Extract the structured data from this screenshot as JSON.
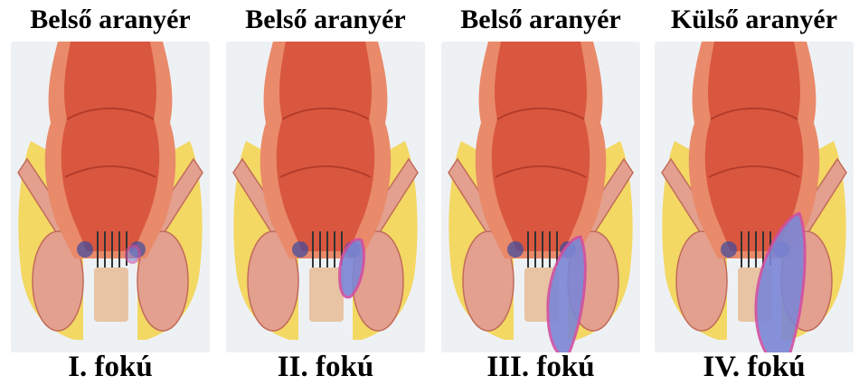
{
  "panels": [
    {
      "title": "Belső aranyér",
      "caption": "I. fokú",
      "grade": 1
    },
    {
      "title": "Belső aranyér",
      "caption": "II. fokú",
      "grade": 2
    },
    {
      "title": "Belső aranyér",
      "caption": "III. fokú",
      "grade": 3
    },
    {
      "title": "Külső aranyér",
      "caption": "IV. fokú",
      "grade": 4
    }
  ],
  "colors": {
    "background": "#eef1f4",
    "fat": "#f3d44a",
    "rectum_wall": "#e98a6a",
    "rectum_inner": "#d9573f",
    "muscle": "#e3a08f",
    "hemorrhoid": "#7b86d6",
    "hemorrhoid_edge": "#cf4fa3"
  }
}
